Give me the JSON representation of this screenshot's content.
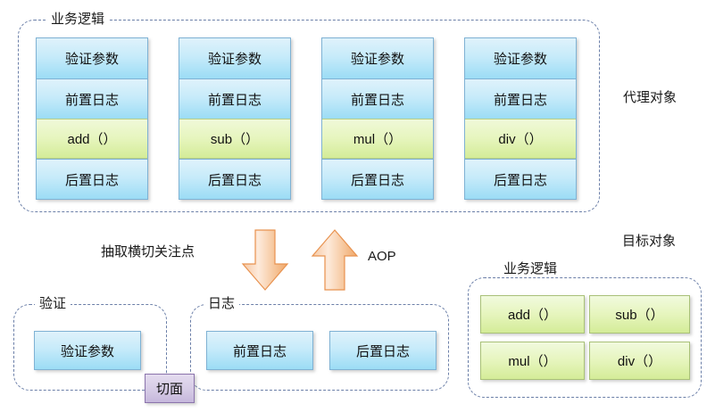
{
  "proxy_section": {
    "group_label": "业务逻辑",
    "side_label": "代理对象",
    "columns": [
      {
        "cells": [
          {
            "text": "验证参数",
            "kind": "blue"
          },
          {
            "text": "前置日志",
            "kind": "blue"
          },
          {
            "text": "add（）",
            "kind": "green"
          },
          {
            "text": "后置日志",
            "kind": "blue"
          }
        ]
      },
      {
        "cells": [
          {
            "text": "验证参数",
            "kind": "blue"
          },
          {
            "text": "前置日志",
            "kind": "blue"
          },
          {
            "text": "sub（）",
            "kind": "green"
          },
          {
            "text": "后置日志",
            "kind": "blue"
          }
        ]
      },
      {
        "cells": [
          {
            "text": "验证参数",
            "kind": "blue"
          },
          {
            "text": "前置日志",
            "kind": "blue"
          },
          {
            "text": "mul（）",
            "kind": "green"
          },
          {
            "text": "后置日志",
            "kind": "blue"
          }
        ]
      },
      {
        "cells": [
          {
            "text": "验证参数",
            "kind": "blue"
          },
          {
            "text": "前置日志",
            "kind": "blue"
          },
          {
            "text": "div（）",
            "kind": "green"
          },
          {
            "text": "后置日志",
            "kind": "blue"
          }
        ]
      }
    ]
  },
  "middle": {
    "extract_label": "抽取横切关注点",
    "aop_label": "AOP",
    "down_arrow_name": "down-arrow-icon",
    "up_arrow_name": "up-arrow-icon",
    "arrow_color": "#f4b183"
  },
  "aspects": {
    "validate_group_label": "验证",
    "validate_items": [
      "验证参数"
    ],
    "log_group_label": "日志",
    "log_items": [
      "前置日志",
      "后置日志"
    ],
    "aspect_badge": "切面"
  },
  "target_section": {
    "side_label": "目标对象",
    "group_label": "业务逻辑",
    "methods": [
      "add（）",
      "sub（）",
      "mul（）",
      "div（）"
    ]
  },
  "colors": {
    "blue_fill_top": "#dff2fb",
    "blue_fill_bottom": "#9bdcf5",
    "blue_border": "#7fb2d4",
    "green_fill_top": "#f1fade",
    "green_fill_bottom": "#d4ec98",
    "green_border": "#a9c178",
    "purple_fill": "#d6cbe6",
    "purple_border": "#8b74ac",
    "dash_border": "#6b7fa8",
    "arrow_orange": "#f4b183",
    "text": "#111111"
  }
}
